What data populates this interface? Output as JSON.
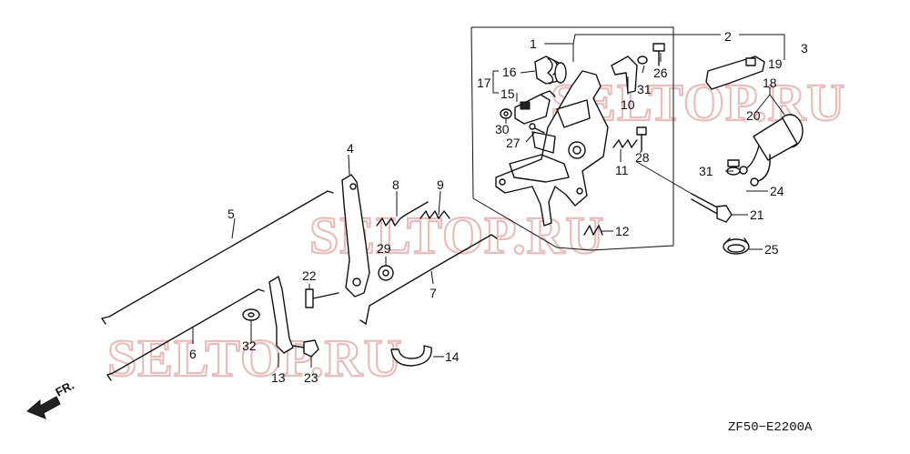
{
  "watermark": "SELTOP.RU",
  "diagram_code": "ZF50−E2200A",
  "front_arrow_label": "FR.",
  "callouts": {
    "c1": "1",
    "c2": "2",
    "c3": "3",
    "c4": "4",
    "c5": "5",
    "c6": "6",
    "c7": "7",
    "c8": "8",
    "c9": "9",
    "c10": "10",
    "c11": "11",
    "c12": "12",
    "c13": "13",
    "c14": "14",
    "c15": "15",
    "c16": "16",
    "c17": "17",
    "c18": "18",
    "c19": "19",
    "c20": "20",
    "c21": "21",
    "c22": "22",
    "c23": "23",
    "c24": "24",
    "c25": "25",
    "c26": "26",
    "c27": "27",
    "c28": "28",
    "c29": "29",
    "c30": "30",
    "c31a": "31",
    "c31b": "31",
    "c32": "32"
  }
}
